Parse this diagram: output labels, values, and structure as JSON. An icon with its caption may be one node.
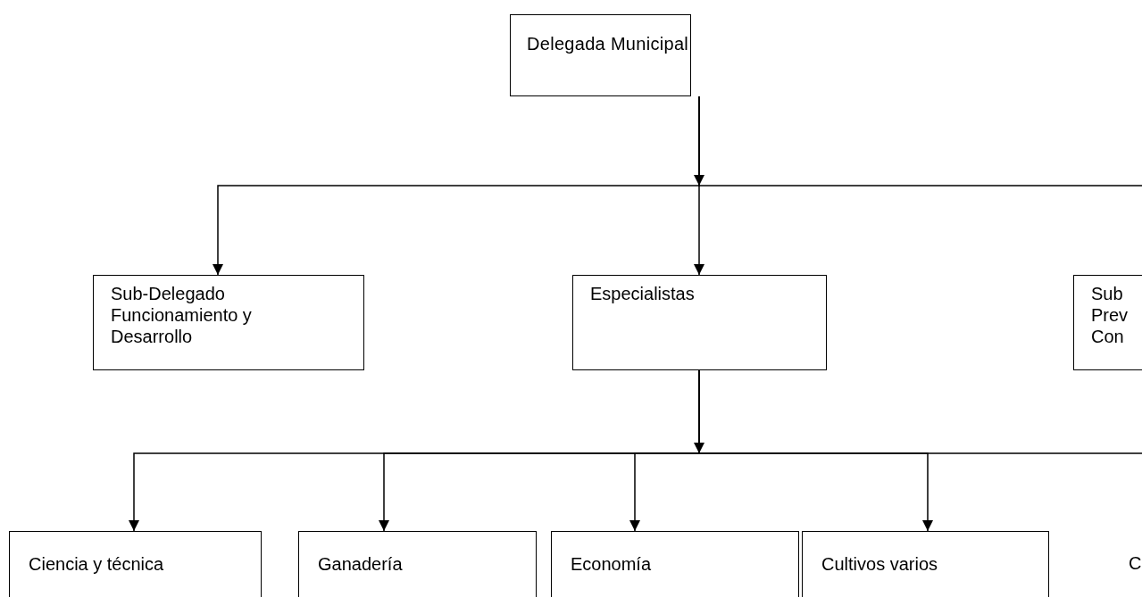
{
  "diagram": {
    "nodes": [
      {
        "text": [
          "Delegada Municipal"
        ]
      },
      {
        "text": [
          "Sub-Delegado Funcionamiento y Desarrollo"
        ]
      },
      {
        "text": [
          "Especialistas"
        ]
      },
      {
        "text": [
          "Sub Prev Con"
        ]
      },
      {
        "text": [
          "Ciencia y técnica"
        ]
      },
      {
        "text": [
          "Ganadería"
        ]
      },
      {
        "text": [
          "Economía"
        ]
      },
      {
        "text": [
          "Cultivos varios"
        ]
      }
    ],
    "edges": [
      {
        "from": 0,
        "to": 1,
        "arrow": "to"
      },
      {
        "from": 0,
        "to": 2,
        "arrow": "to"
      },
      {
        "from": 0,
        "to": null,
        "arrow": "none"
      },
      {
        "from": 2,
        "to": 4,
        "arrow": "to"
      },
      {
        "from": 2,
        "to": 5,
        "arrow": "to"
      },
      {
        "from": 2,
        "to": 6,
        "arrow": "to"
      },
      {
        "from": 2,
        "to": 7,
        "arrow": "to"
      },
      {
        "from": 2,
        "to": null,
        "arrow": "none"
      }
    ],
    "labels": [
      "C"
    ]
  }
}
